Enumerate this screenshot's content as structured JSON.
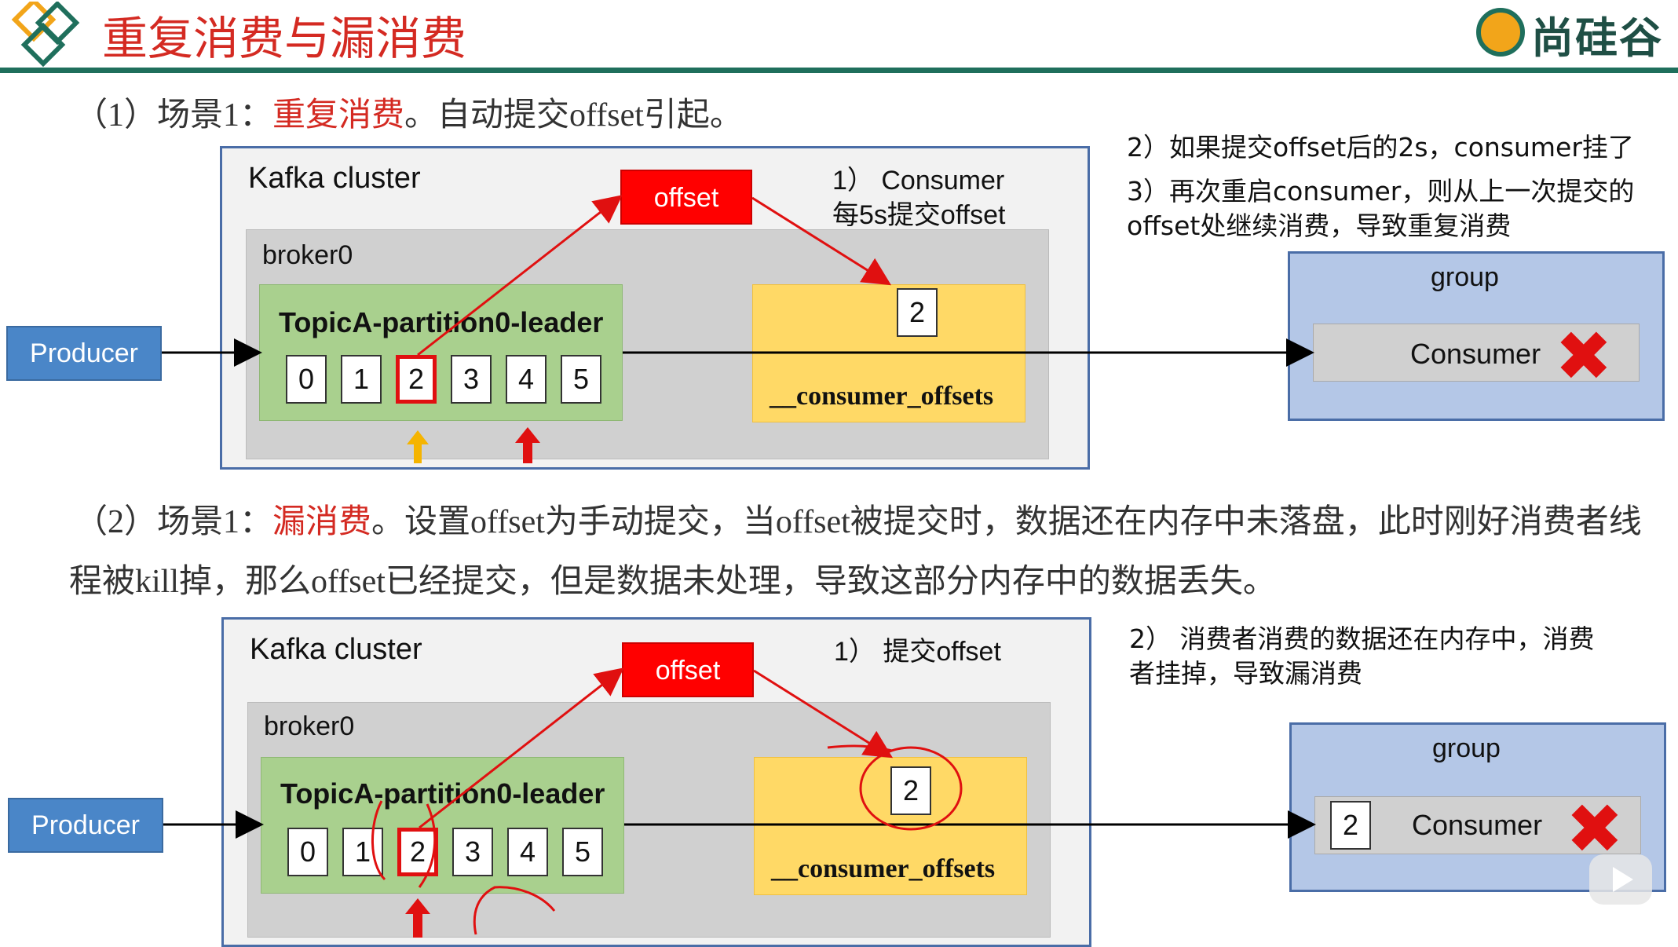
{
  "header": {
    "title": "重复消费与漏消费",
    "brand": "尚硅谷"
  },
  "scenario1": {
    "prefix": "（1）场景1：",
    "highlight": "重复消费",
    "suffix": "。自动提交offset引起。"
  },
  "scenario2": {
    "prefix": "（2）场景1：",
    "highlight": "漏消费",
    "line1_suffix": "。设置offset为手动提交，当offset被提交时，数据还在内存中未落盘，此时刚好消费者线",
    "line2": "程被kill掉，那么offset已经提交，但是数据未处理，导致这部分内存中的数据丢失。"
  },
  "diagram1": {
    "cluster_label": "Kafka cluster",
    "broker_label": "broker0",
    "leader_label": "TopicA-partition0-leader",
    "cells": [
      "0",
      "1",
      "2",
      "3",
      "4",
      "5"
    ],
    "offset_label": "offset",
    "commit_note_line1": "1） Consumer",
    "commit_note_line2": "每5s提交offset",
    "committed_value": "2",
    "offsets_topic": "__consumer_offsets",
    "producer_label": "Producer",
    "group_label": "group",
    "consumer_label": "Consumer",
    "note2": "2）如果提交offset后的2s，consumer挂了",
    "note3_line1": "3）再次重启consumer，则从上一次提交的",
    "note3_line2": "offset处继续消费，导致重复消费"
  },
  "diagram2": {
    "cluster_label": "Kafka cluster",
    "broker_label": "broker0",
    "leader_label": "TopicA-partition0-leader",
    "cells": [
      "0",
      "1",
      "2",
      "3",
      "4",
      "5"
    ],
    "offset_label": "offset",
    "commit_note": "1） 提交offset",
    "committed_value": "2",
    "offsets_topic": "__consumer_offsets",
    "producer_label": "Producer",
    "group_label": "group",
    "consumer_value": "2",
    "consumer_label": "Consumer",
    "note2_line1": "2） 消费者消费的数据还在内存中，消费",
    "note2_line2": "者挂掉，导致漏消费"
  },
  "colors": {
    "title_red": "#d42a22",
    "rule_green": "#1f6f5c",
    "arrow_red": "#e01010",
    "producer_blue": "#4a86c8"
  },
  "icons": [
    "logo-icon",
    "close-x-icon",
    "up-arrow-icon",
    "play-icon"
  ]
}
